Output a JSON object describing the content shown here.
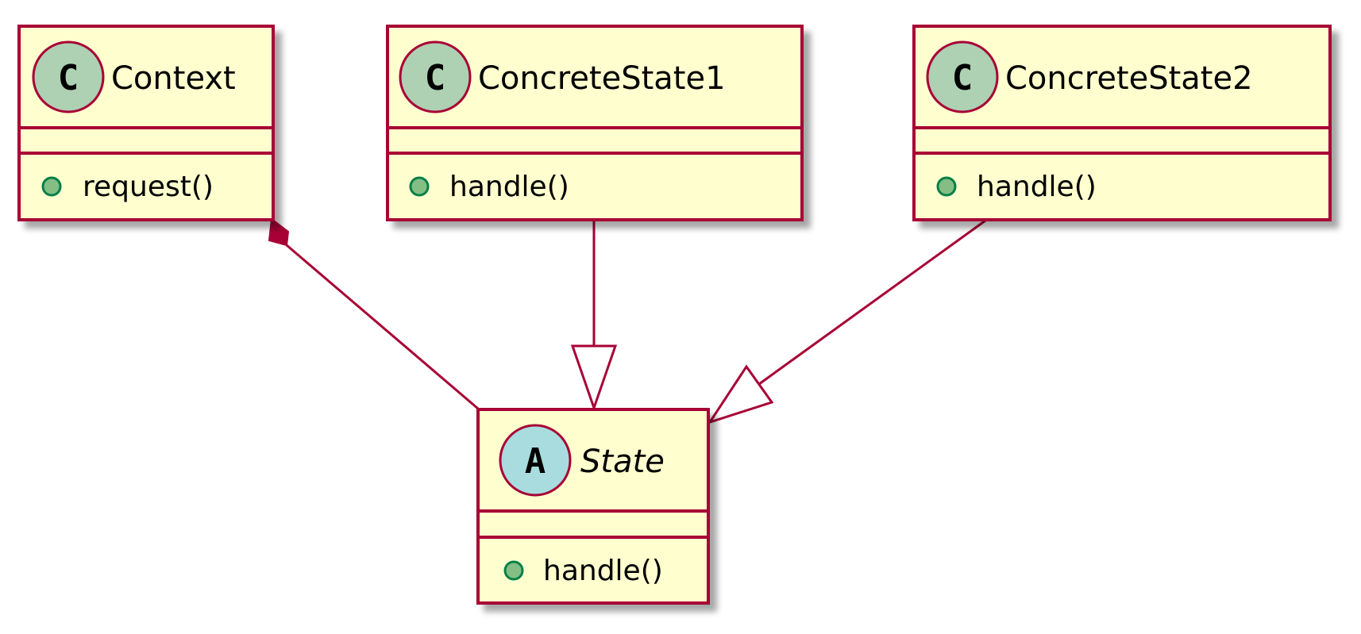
{
  "colors": {
    "box_fill": "#FEFECE",
    "border": "#A80036",
    "class_badge": "#ADD1B2",
    "abstract_badge": "#A9DCDF",
    "public_marker_fill": "#84BE84",
    "public_marker_stroke": "#038048",
    "shadow": "#c8c8c8"
  },
  "classes": {
    "context": {
      "badge": "C",
      "name": "Context",
      "kind": "class",
      "methods": [
        {
          "visibility": "public",
          "label": "request()"
        }
      ]
    },
    "concrete_state_1": {
      "badge": "C",
      "name": "ConcreteState1",
      "kind": "class",
      "methods": [
        {
          "visibility": "public",
          "label": "handle()"
        }
      ]
    },
    "concrete_state_2": {
      "badge": "C",
      "name": "ConcreteState2",
      "kind": "class",
      "methods": [
        {
          "visibility": "public",
          "label": "handle()"
        }
      ]
    },
    "state": {
      "badge": "A",
      "name": "State",
      "kind": "abstract",
      "methods": [
        {
          "visibility": "public",
          "label": "handle()"
        }
      ]
    }
  },
  "relations": [
    {
      "from": "context",
      "to": "state",
      "type": "composition"
    },
    {
      "from": "concrete_state_1",
      "to": "state",
      "type": "generalization"
    },
    {
      "from": "concrete_state_2",
      "to": "state",
      "type": "generalization"
    }
  ]
}
